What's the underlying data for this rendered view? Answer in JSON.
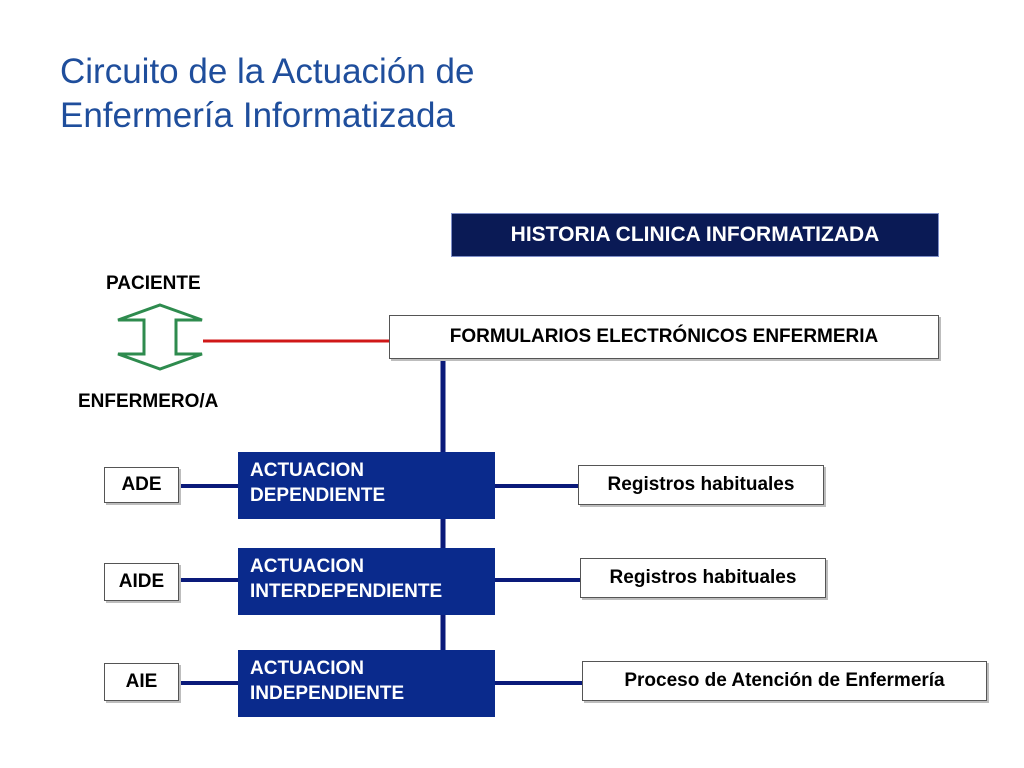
{
  "title": {
    "line1": "Circuito de la Actuación de",
    "line2": "Enfermería Informatizada"
  },
  "historia": "HISTORIA CLINICA INFORMATIZADA",
  "paciente": "PACIENTE",
  "enfermero": "ENFERMERO/A",
  "formularios": "FORMULARIOS ELECTRÓNICOS ENFERMERIA",
  "rows": [
    {
      "code": "ADE",
      "line1": "ACTUACION",
      "line2": "DEPENDIENTE",
      "record": "Registros habituales"
    },
    {
      "code": "AIDE",
      "line1": "ACTUACION",
      "line2": "INTERDEPENDIENTE",
      "record": "Registros habituales"
    },
    {
      "code": "AIE",
      "line1": "ACTUACION",
      "line2": "INDEPENDIENTE",
      "record": "Proceso de Atención de Enfermería"
    }
  ],
  "colors": {
    "title": "#1f4e9c",
    "connector_blue": "#0a1a7a",
    "connector_red": "#d01818",
    "arrow_green": "#2e8b4e",
    "historia_bg": "#0a1a55",
    "actuacion_bg": "#0a2a8c"
  },
  "icons": {
    "patient_nurse_link": "double-arrow-vertical-icon"
  }
}
